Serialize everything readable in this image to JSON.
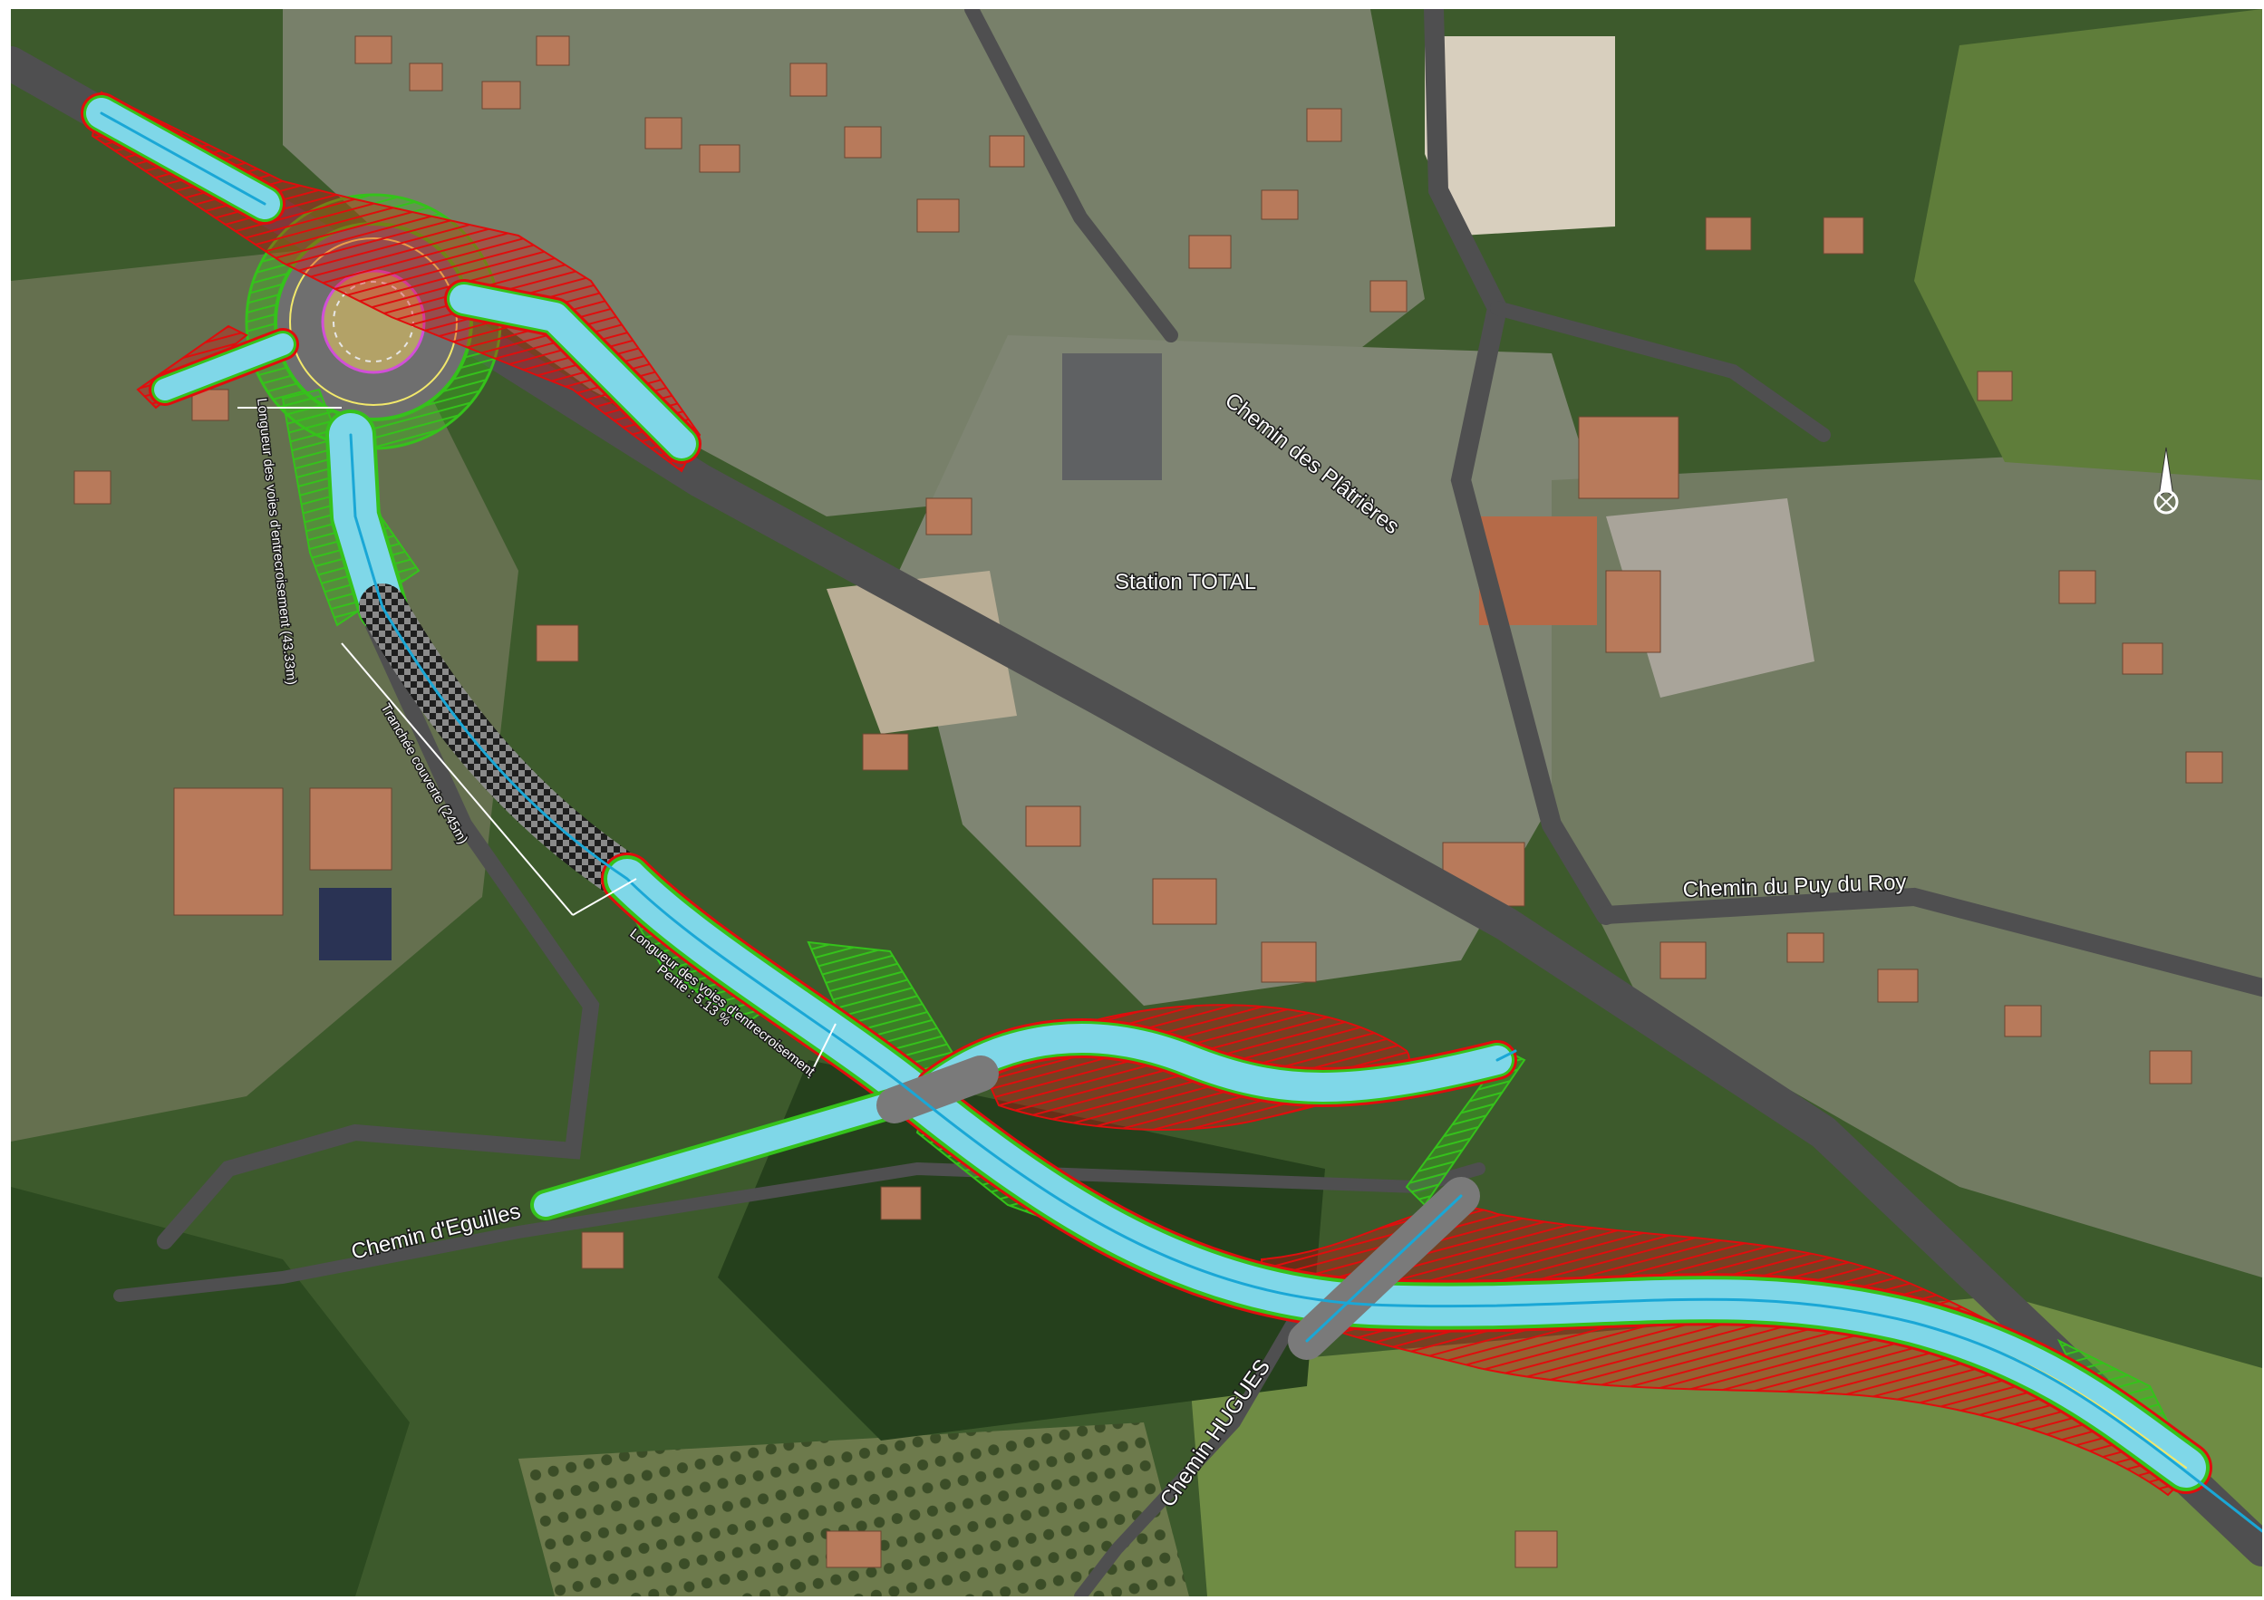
{
  "labels": {
    "station": "Station TOTAL",
    "chemin_platrieres": "Chemin des Plâtrières",
    "chemin_puy_du_roy": "Chemin du Puy du Roy",
    "chemin_eguilles": "Chemin d'Eguilles",
    "chemin_hugues": "Chemin HUGUES",
    "annotation_longueur_left": "Longueur des voies d'entrecroisement (43.33m)",
    "annotation_tranchee": "Tranchée couverte (245m)",
    "annotation_longueur_center": "Longueur des voies d'entrecroisement",
    "annotation_pente": "Pente : 5.13 %"
  },
  "colors": {
    "vegetation": "#3d5a2c",
    "urban": "#8a8f7a",
    "road": "#4f4f50",
    "cut_slope": "#e00d0d",
    "fill_slope": "#35c21b",
    "lane": "#7fd7e8",
    "axis": "#1aa7d6",
    "edge_line": "#f2e86b",
    "tunnel": "#222222",
    "bridge": "#7a7a7a",
    "roofs": "#b87a5b"
  },
  "icons": {
    "north_arrow": "north-arrow-icon"
  }
}
